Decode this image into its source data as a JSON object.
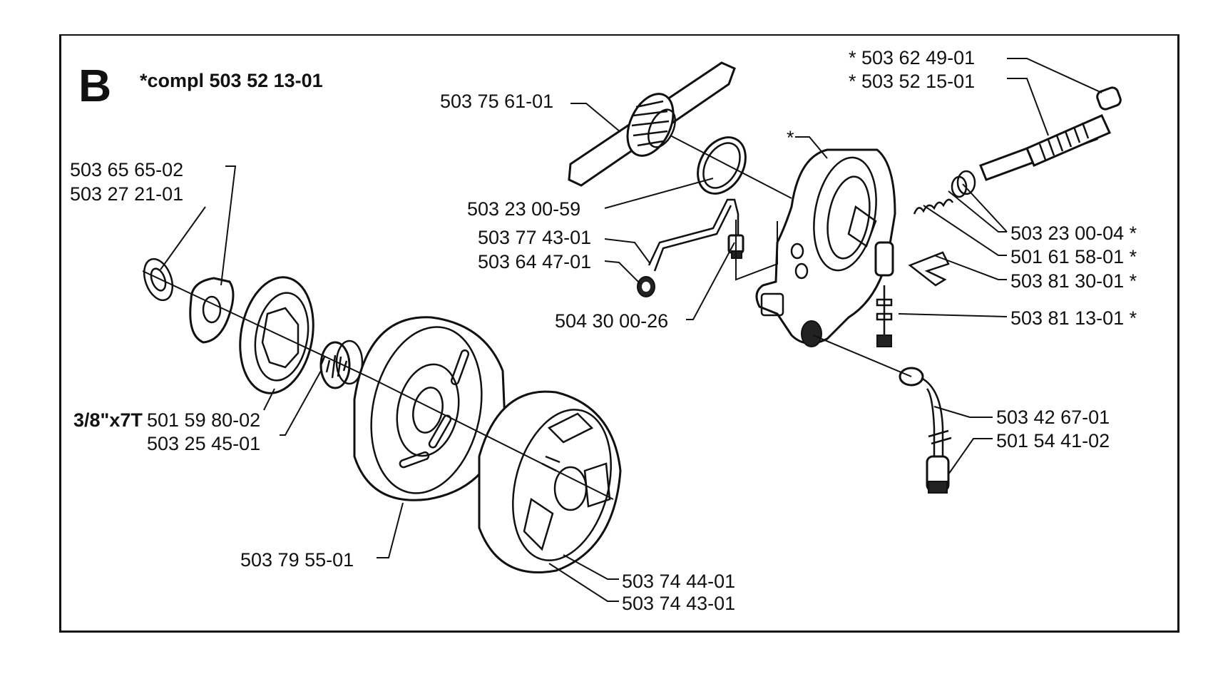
{
  "diagram": {
    "section_letter": "B",
    "assembly_note": "*compl 503 52 13-01",
    "labels": {
      "shaft_sleeve": "* 503 62 49-01",
      "worm_shaft": "* 503 52 15-01",
      "worm_gear": "503 75 61-01",
      "spring_clip": "503 65 65-02",
      "washer": "503 27 21-01",
      "o_ring": "503 23 00-59",
      "oil_pipe": "503 77 43-01",
      "pipe_nut": "503 64 47-01",
      "pump_star": "*",
      "spring": "503 23 00-04 *",
      "plunger": "501 61 58-01 *",
      "retainer": "503 81 30-01 *",
      "adjust_screw": "503 81 13-01 *",
      "hose_fitting": "504 30 00-26",
      "rim_sprocket_size": "3/8\"x7T",
      "rim_sprocket": "501 59 80-02",
      "needle_bearing": "503 25 45-01",
      "oil_hose": "503 42 67-01",
      "filter": "501 54 41-02",
      "clutch_drum": "503 79 55-01",
      "clutch_spring": "503 74 44-01",
      "clutch": "503 74 43-01"
    }
  }
}
